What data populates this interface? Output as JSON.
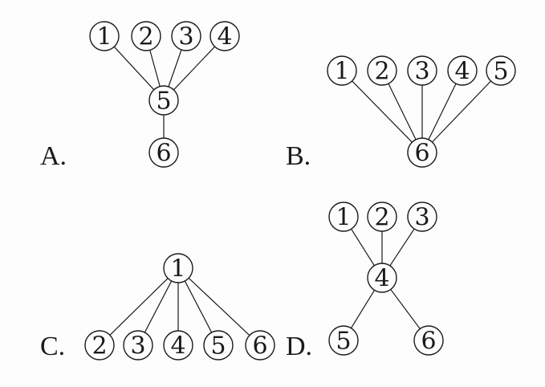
{
  "options": [
    {
      "id": "A",
      "label": "A.",
      "nodes": [
        "1",
        "2",
        "3",
        "4",
        "5",
        "6"
      ],
      "edges": [
        [
          "1",
          "5"
        ],
        [
          "2",
          "5"
        ],
        [
          "3",
          "5"
        ],
        [
          "4",
          "5"
        ],
        [
          "5",
          "6"
        ]
      ]
    },
    {
      "id": "B",
      "label": "B.",
      "nodes": [
        "1",
        "2",
        "3",
        "4",
        "5",
        "6"
      ],
      "edges": [
        [
          "1",
          "6"
        ],
        [
          "2",
          "6"
        ],
        [
          "3",
          "6"
        ],
        [
          "4",
          "6"
        ],
        [
          "5",
          "6"
        ]
      ]
    },
    {
      "id": "C",
      "label": "C.",
      "nodes": [
        "1",
        "2",
        "3",
        "4",
        "5",
        "6"
      ],
      "edges": [
        [
          "1",
          "2"
        ],
        [
          "1",
          "3"
        ],
        [
          "1",
          "4"
        ],
        [
          "1",
          "5"
        ],
        [
          "1",
          "6"
        ]
      ]
    },
    {
      "id": "D",
      "label": "D.",
      "nodes": [
        "1",
        "2",
        "3",
        "4",
        "5",
        "6"
      ],
      "edges": [
        [
          "1",
          "4"
        ],
        [
          "2",
          "4"
        ],
        [
          "3",
          "4"
        ],
        [
          "4",
          "5"
        ],
        [
          "4",
          "6"
        ]
      ]
    }
  ]
}
